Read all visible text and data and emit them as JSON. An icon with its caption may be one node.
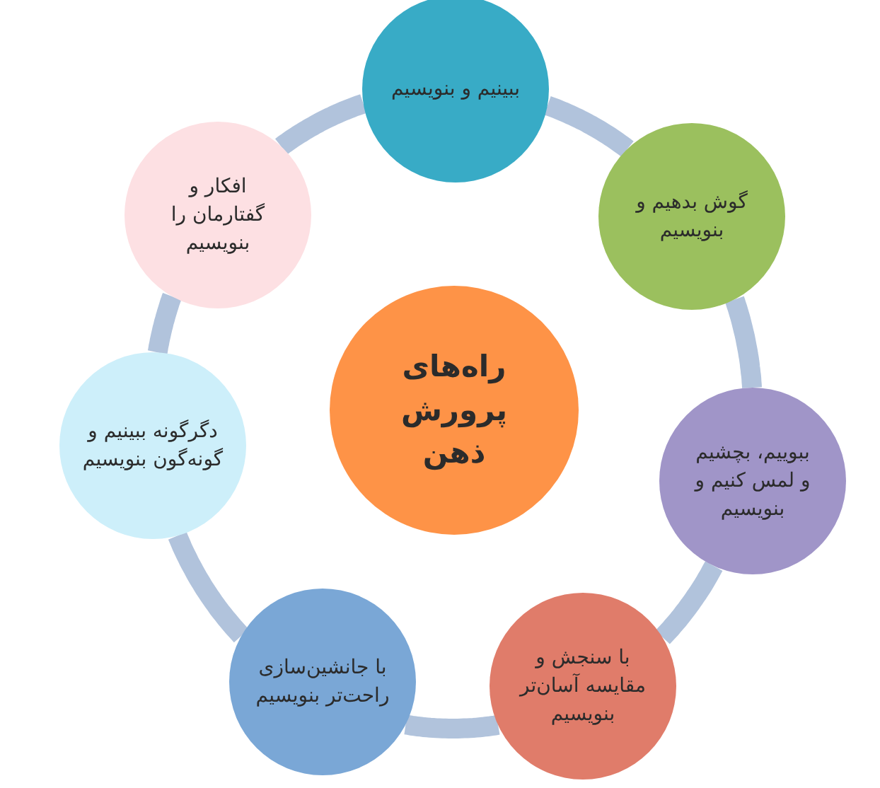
{
  "diagram": {
    "nodes": [
      {
        "text": [
          "راه‌های پرورش ذهن"
        ]
      },
      {
        "text": [
          "ببینیم و بنویسیم"
        ]
      },
      {
        "text": [
          "گوش بدهیم و بنویسیم"
        ]
      },
      {
        "text": [
          "ببوییم، بچشیم و لمس کنیم و بنویسیم"
        ]
      },
      {
        "text": [
          "با سنجش و مقایسه آسان‌تر بنویسیم"
        ]
      },
      {
        "text": [
          "با جانشین‌سازی راحت‌تر بنویسیم"
        ]
      },
      {
        "text": [
          "دگرگونه ببینیم و گونه‌گون بنویسیم"
        ]
      },
      {
        "text": [
          "افکار و گفتارمان را بنویسیم"
        ]
      }
    ],
    "edges": [
      {
        "from": 1,
        "to": 2,
        "arrow": "none"
      },
      {
        "from": 2,
        "to": 3,
        "arrow": "none"
      },
      {
        "from": 3,
        "to": 4,
        "arrow": "none"
      },
      {
        "from": 4,
        "to": 5,
        "arrow": "none"
      },
      {
        "from": 5,
        "to": 6,
        "arrow": "none"
      },
      {
        "from": 6,
        "to": 7,
        "arrow": "none"
      },
      {
        "from": 7,
        "to": 1,
        "arrow": "none"
      }
    ]
  }
}
